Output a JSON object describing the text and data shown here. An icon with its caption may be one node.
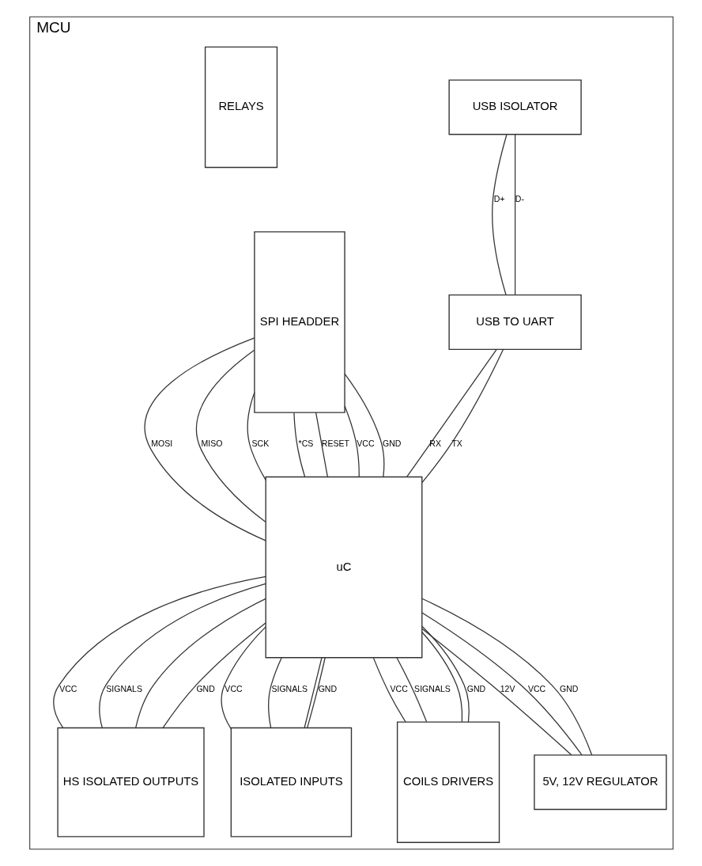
{
  "diagram": {
    "nodes": [
      {
        "text": [
          "MCU"
        ]
      },
      {
        "text": [
          "USB ISOLATOR"
        ],
        "in": 0
      },
      {
        "text": [
          "HS ISOLATED OUTPUTS"
        ],
        "in": 0
      },
      {
        "text": [
          "USB TO UART"
        ],
        "in": 0
      },
      {
        "text": [
          "SPI HEADDER"
        ],
        "in": 0
      },
      {
        "text": [
          "uC"
        ],
        "in": 0
      },
      {
        "text": [
          "ISOLATED INPUTS"
        ],
        "in": 0
      },
      {
        "text": [
          "COILS DRIVERS"
        ],
        "in": 0
      },
      {
        "text": [
          "RELAYS"
        ],
        "in": 0
      },
      {
        "text": [
          "5V, 12V REGULATOR"
        ],
        "in": 0
      }
    ],
    "edges": [
      {
        "from": 1,
        "to": 3,
        "arrow": "none",
        "label": "D+"
      },
      {
        "from": 1,
        "to": 3,
        "arrow": "none",
        "label": "D-"
      },
      {
        "from": 3,
        "to": 5,
        "arrow": "none",
        "label": "RX"
      },
      {
        "from": 3,
        "to": 5,
        "arrow": "none",
        "label": "TX"
      },
      {
        "from": 5,
        "to": 2,
        "arrow": "none",
        "label": "VCC"
      },
      {
        "from": 5,
        "to": 2,
        "arrow": "none",
        "label": "SIGNALS"
      },
      {
        "from": 5,
        "to": 2,
        "arrow": "none"
      },
      {
        "from": 5,
        "to": 2,
        "arrow": "none",
        "label": "GND"
      },
      {
        "from": 5,
        "to": 6,
        "arrow": "none",
        "label": "VCC"
      },
      {
        "from": 5,
        "to": 6,
        "arrow": "none",
        "label": "SIGNALS"
      },
      {
        "from": 5,
        "to": 6,
        "arrow": "none"
      },
      {
        "from": 5,
        "to": 6,
        "arrow": "none",
        "label": "GND"
      },
      {
        "from": 4,
        "to": 5,
        "arrow": "none",
        "label": "MOSI"
      },
      {
        "from": 4,
        "to": 5,
        "arrow": "none",
        "label": "MISO"
      },
      {
        "from": 4,
        "to": 5,
        "arrow": "none",
        "label": "SCK"
      },
      {
        "from": 4,
        "to": 5,
        "arrow": "none",
        "label": "*CS"
      },
      {
        "from": 4,
        "to": 5,
        "arrow": "none",
        "label": "RESET"
      },
      {
        "from": 4,
        "to": 5,
        "arrow": "none",
        "label": "VCC"
      },
      {
        "from": 4,
        "to": 5,
        "arrow": "none",
        "label": "GND"
      },
      {
        "from": 5,
        "to": 7,
        "arrow": "none",
        "label": "VCC"
      },
      {
        "from": 5,
        "to": 7,
        "arrow": "none",
        "label": "SIGNALS"
      },
      {
        "from": 5,
        "to": 7,
        "arrow": "none"
      },
      {
        "from": 5,
        "to": 7,
        "arrow": "none",
        "label": "GND"
      },
      {
        "from": 5,
        "to": 9,
        "arrow": "none",
        "label": "12V"
      },
      {
        "from": 5,
        "to": 9,
        "arrow": "none",
        "label": "VCC"
      },
      {
        "from": 5,
        "to": 9,
        "arrow": "none",
        "label": "GND"
      }
    ]
  }
}
